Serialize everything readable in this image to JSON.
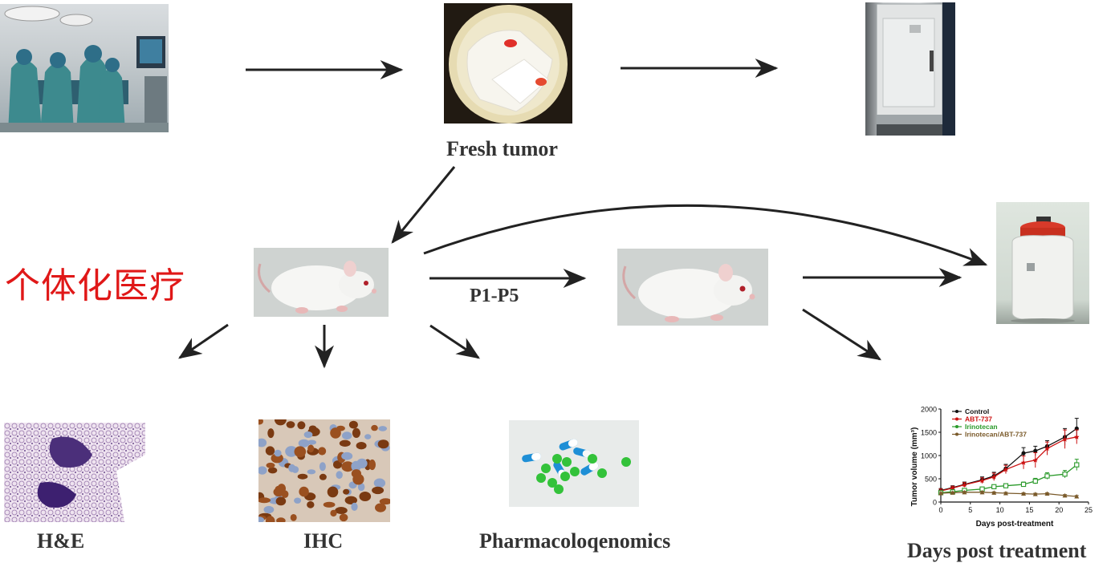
{
  "diagram": {
    "sidebar_label": "个体化医疗",
    "captions": {
      "fresh_tumor": "Fresh tumor",
      "passage": "P1-P5",
      "he": "H&E",
      "ihc": "IHC",
      "pharmaco": "Pharmacoloqenomics",
      "days": "Days post treatment"
    },
    "images": {
      "surgery": "operating-room-photo",
      "tumor": "fresh-tumor-dish-photo",
      "freezer": "freezer-photo",
      "mouse1": "mouse-photo",
      "mouse2": "mouse-photo",
      "dewar": "liquid-nitrogen-tank-photo",
      "he": "he-stain-micrograph",
      "ihc": "ihc-stain-micrograph",
      "pills": "capsules-pills-photo"
    }
  },
  "chart_data": {
    "type": "line",
    "xlabel": "Days post-treatment",
    "ylabel": "Tumor volume (mm³)",
    "xlim": [
      0,
      25
    ],
    "ylim": [
      0,
      2000
    ],
    "xticks": [
      "0",
      "5",
      "10",
      "15",
      "20",
      "25"
    ],
    "yticks": [
      "0",
      "500",
      "1000",
      "1500",
      "2000"
    ],
    "legend_position": "top-left",
    "series": [
      {
        "name": "Control",
        "color": "#111111",
        "marker": "circle",
        "x": [
          0,
          2,
          4,
          7,
          9,
          11,
          14,
          16,
          18,
          21,
          23
        ],
        "y": [
          250,
          310,
          380,
          480,
          560,
          720,
          1050,
          1100,
          1200,
          1400,
          1580
        ],
        "err": [
          40,
          40,
          50,
          60,
          80,
          90,
          120,
          100,
          120,
          180,
          220
        ]
      },
      {
        "name": "ABT-737",
        "color": "#cc1111",
        "marker": "star",
        "x": [
          0,
          2,
          4,
          7,
          9,
          11,
          14,
          16,
          18,
          21,
          23
        ],
        "y": [
          240,
          300,
          370,
          460,
          540,
          700,
          850,
          900,
          1150,
          1350,
          1400
        ],
        "err": [
          40,
          40,
          50,
          60,
          80,
          90,
          140,
          160,
          140,
          200,
          150
        ]
      },
      {
        "name": "Irinotecan",
        "color": "#2a9a2a",
        "marker": "square",
        "x": [
          0,
          2,
          4,
          7,
          9,
          11,
          14,
          16,
          18,
          21,
          23
        ],
        "y": [
          200,
          220,
          250,
          280,
          330,
          350,
          380,
          450,
          560,
          600,
          800
        ],
        "err": [
          30,
          30,
          30,
          40,
          40,
          40,
          50,
          60,
          70,
          80,
          120
        ]
      },
      {
        "name": "Irinotecan/ABT-737",
        "color": "#7a5a2a",
        "marker": "triangle",
        "x": [
          0,
          2,
          4,
          7,
          9,
          11,
          14,
          16,
          18,
          21,
          23
        ],
        "y": [
          190,
          200,
          210,
          210,
          200,
          190,
          180,
          170,
          180,
          140,
          120
        ],
        "err": [
          20,
          20,
          20,
          20,
          20,
          20,
          20,
          20,
          20,
          20,
          20
        ]
      }
    ]
  }
}
